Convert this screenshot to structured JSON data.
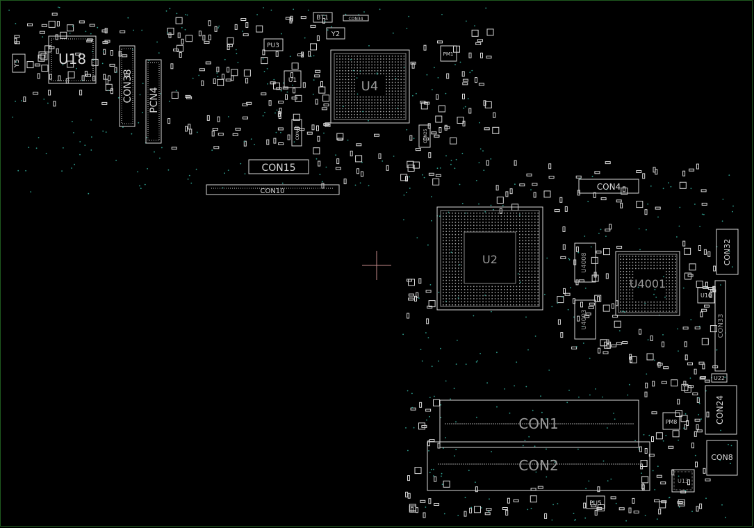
{
  "viewer": {
    "background": "#000000",
    "frame_color": "#1f5a1f",
    "outline_color": "#d9d9d9",
    "dim_label_color": "#9a9a9a",
    "via_color": "#2f9f8f",
    "crosshair_color": "#c48a8a"
  },
  "labels": {
    "u18": "U18",
    "y5": "Y5",
    "con38": "CON38",
    "pcn4": "PCN4",
    "u4": "U4",
    "bt1": "BT1",
    "y2": "Y2",
    "pu3": "PU3",
    "u1": "U1",
    "pm1": "PM1",
    "con15": "CON15",
    "con10": "CON10",
    "con4": "CON4",
    "con32": "CON32",
    "u2": "U2",
    "u4001": "U4001",
    "u4008": "U4008",
    "u4003": "U4003",
    "u10": "U10",
    "con33": "CON33",
    "u22": "U22",
    "con24": "CON24",
    "pm8": "PM8",
    "con8": "CON8",
    "con1": "CON1",
    "con2": "CON2",
    "pu5": "PU5",
    "u13": "U13",
    "con47": "CON47",
    "con25": "CON25",
    "con34": "CON34"
  }
}
